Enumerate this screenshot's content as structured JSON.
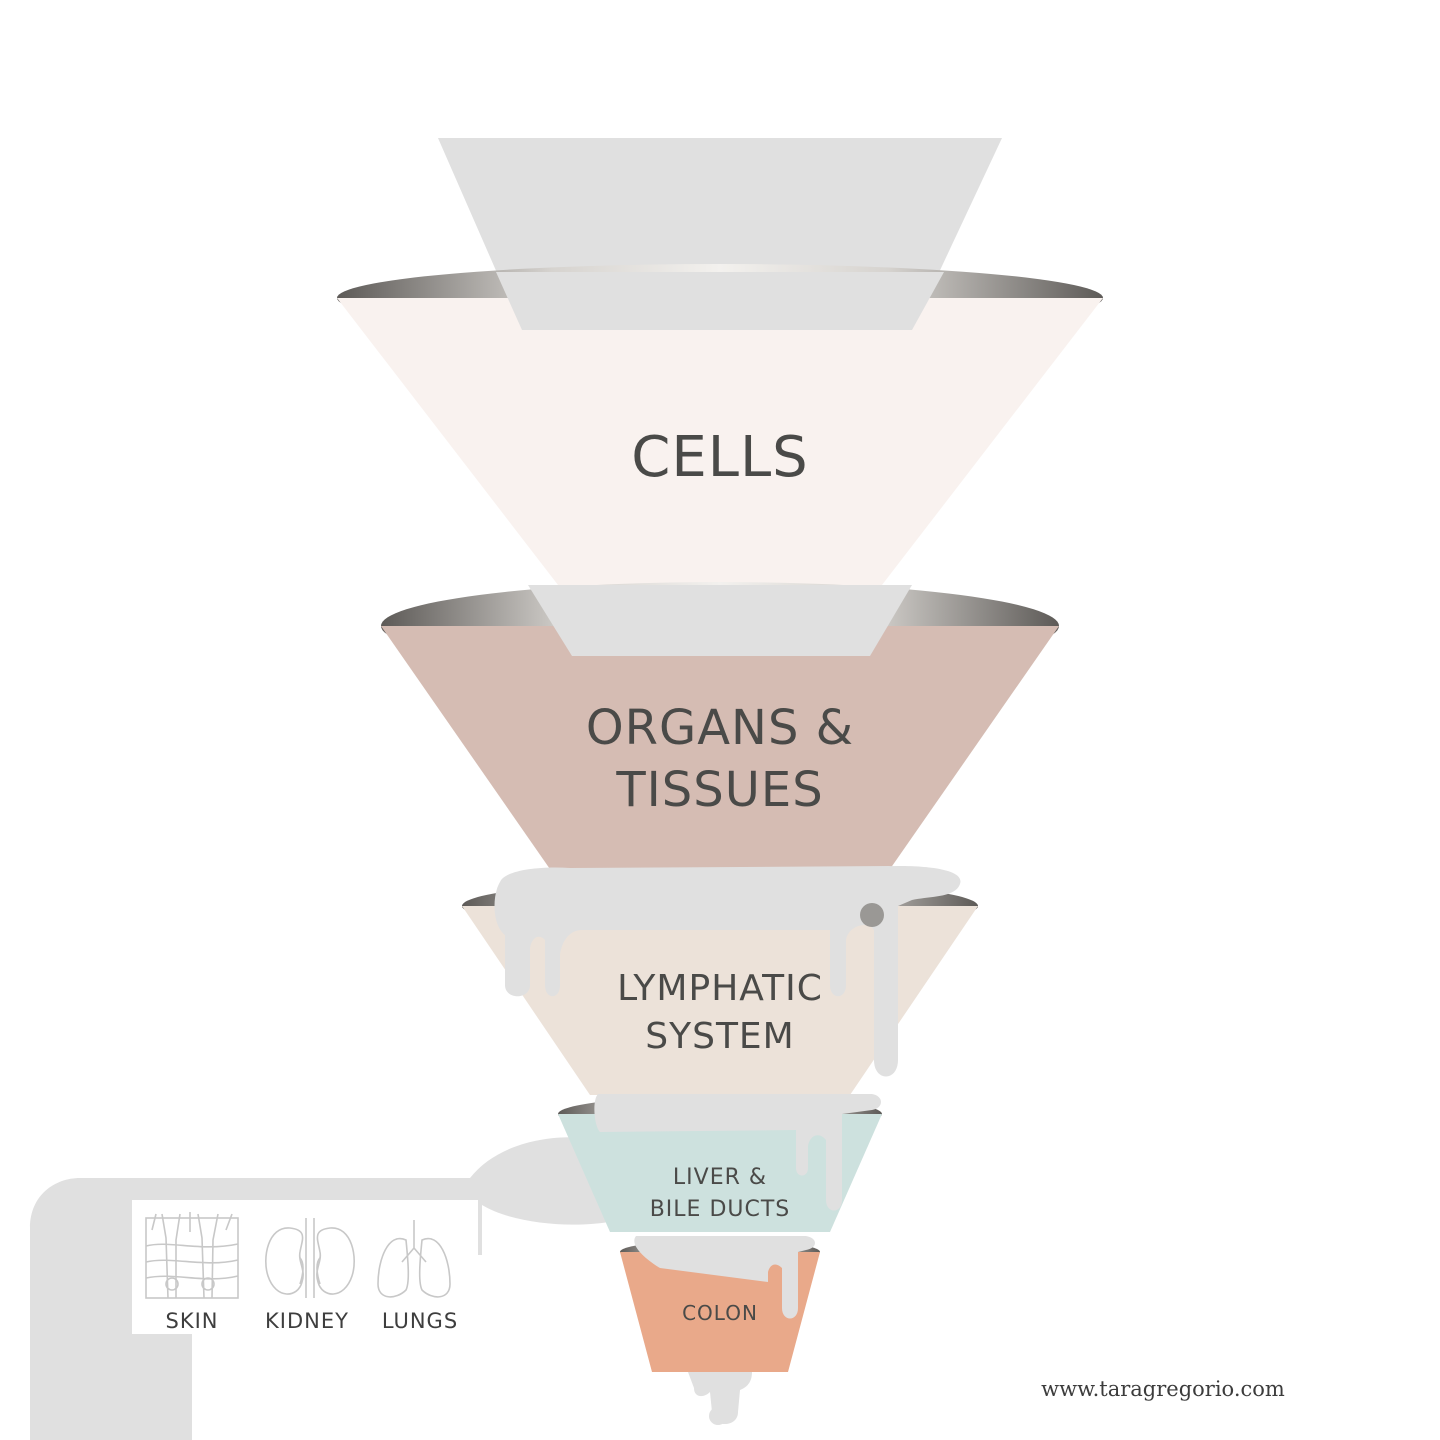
{
  "funnel": {
    "cells": {
      "label": "CELLS",
      "color": "#f9f2ef"
    },
    "organs": {
      "line1": "ORGANS &",
      "line2": "TISSUES",
      "color": "#d5bcb3"
    },
    "lymphatic": {
      "line1": "LYMPHATIC",
      "line2": "SYSTEM",
      "color": "#ece2d9"
    },
    "liver": {
      "line1": "LIVER &",
      "line2": "BILE DUCTS",
      "color": "#cde1de"
    },
    "colon": {
      "label": "COLON",
      "color": "#e9a98a"
    }
  },
  "elimination": {
    "organs": [
      {
        "label": "SKIN",
        "icon": "skin-icon"
      },
      {
        "label": "KIDNEY",
        "icon": "kidney-icon"
      },
      {
        "label": "LUNGS",
        "icon": "lungs-icon"
      }
    ]
  },
  "toxin_color": "#e0e0e0",
  "footer": {
    "website": "www.taragregorio.com"
  }
}
